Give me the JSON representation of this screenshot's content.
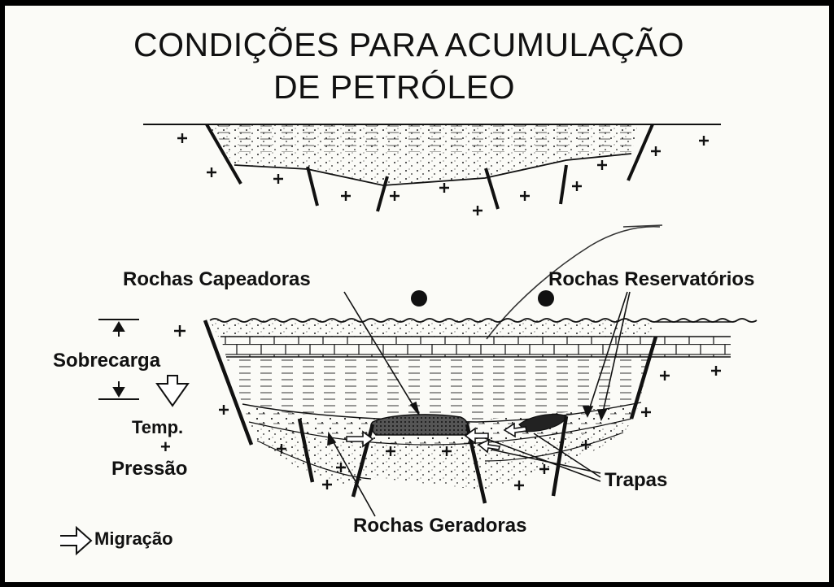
{
  "title": {
    "line1": "CONDIÇÕES PARA ACUMULAÇÃO",
    "line2": "DE PETRÓLEO"
  },
  "labels": {
    "rochas_capeadoras": "Rochas Capeadoras",
    "rochas_reservatorios": "Rochas Reservatórios",
    "sobrecarga": "Sobrecarga",
    "temp": "Temp.",
    "plus": "+",
    "pressao": "Pressão",
    "trapas": "Trapas",
    "rochas_geradoras": "Rochas Geradoras",
    "migracao": "Migração"
  },
  "colors": {
    "ink": "#111111",
    "paper": "#fbfbf7",
    "frame": "#000000"
  }
}
